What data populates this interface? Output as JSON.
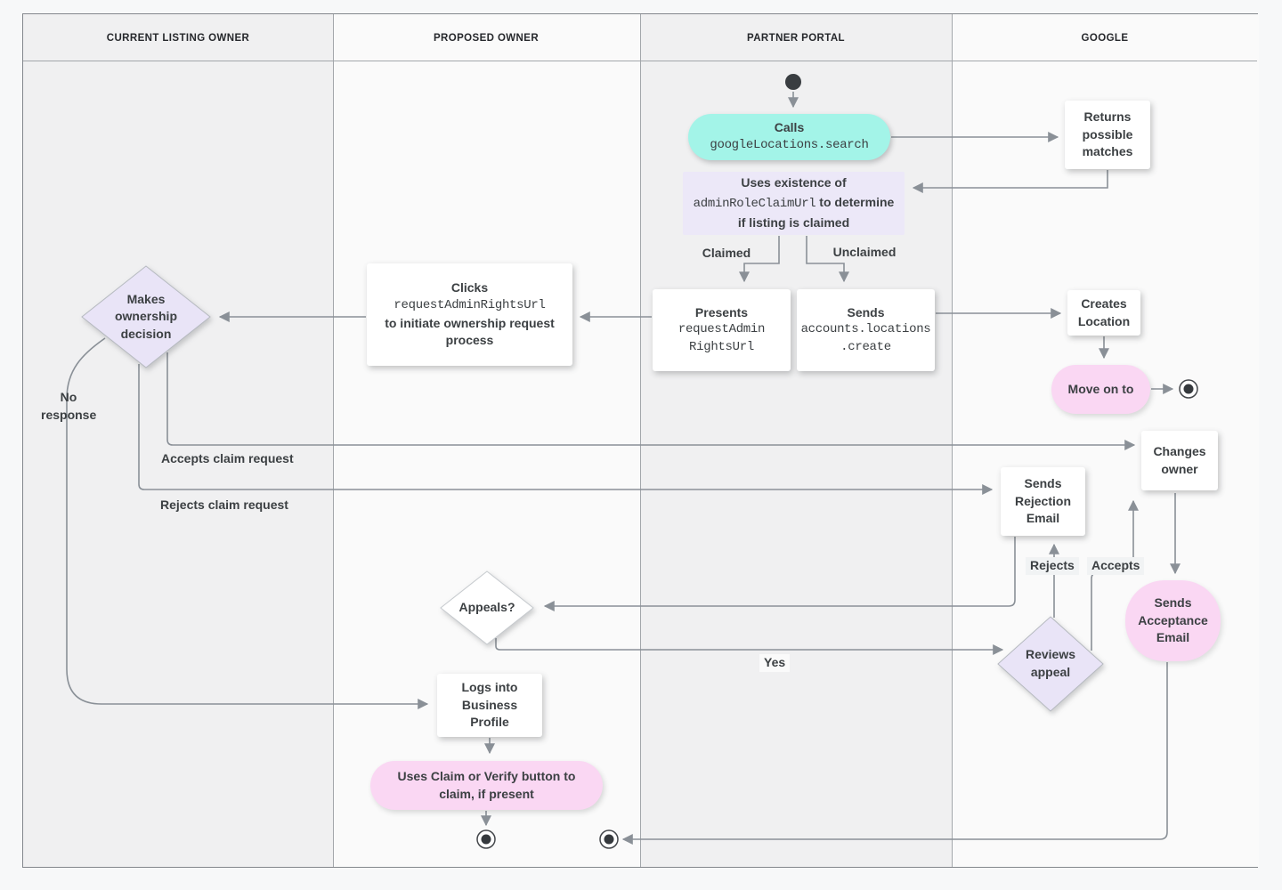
{
  "lanes": [
    {
      "label": "CURRENT LISTING OWNER"
    },
    {
      "label": "PROPOSED OWNER"
    },
    {
      "label": "PARTNER PORTAL"
    },
    {
      "label": "GOOGLE"
    }
  ],
  "nodes": {
    "calls": {
      "title": "Calls",
      "code": "googleLocations.search"
    },
    "returns_matches": {
      "text": "Returns possible matches"
    },
    "uses_existence": {
      "text_before": "Uses existence of",
      "code": "adminRoleClaimUrl",
      "text_after": "to determine if listing is claimed"
    },
    "presents": {
      "title": "Presents",
      "code_line1": "requestAdmin",
      "code_line2": "RightsUrl"
    },
    "sends_create": {
      "title": "Sends",
      "code_line1": "accounts.locations",
      "code_line2": ".create"
    },
    "clicks": {
      "title": "Clicks",
      "code": "requestAdminRightsUrl",
      "text_after": "to initiate ownership request process"
    },
    "makes_decision": {
      "text": "Makes ownership decision"
    },
    "creates_location": {
      "text": "Creates Location"
    },
    "move_on": {
      "text": "Move on to"
    },
    "changes_owner": {
      "text": "Changes owner"
    },
    "sends_rejection": {
      "text": "Sends Rejection Email"
    },
    "reviews_appeal": {
      "text": "Reviews appeal"
    },
    "sends_acceptance": {
      "text": "Sends Acceptance Email"
    },
    "appeals": {
      "text": "Appeals?"
    },
    "logs_in": {
      "text": "Logs into Business Profile"
    },
    "claim_verify": {
      "text": "Uses Claim or Verify button to claim, if present"
    }
  },
  "edge_labels": {
    "claimed": "Claimed",
    "unclaimed": "Unclaimed",
    "no_response": "No response",
    "accepts_claim": "Accepts claim request",
    "rejects_claim": "Rejects claim request",
    "rejects": "Rejects",
    "accepts": "Accepts",
    "yes": "Yes"
  },
  "colors": {
    "teal": "#a3f4e8",
    "lavender": "#ece8f8",
    "diamond_fill": "#e9e4f7",
    "pink": "#fad7f3",
    "line": "#8a9097",
    "text": "#3c4043",
    "lane_dark": "#f0f0f1",
    "lane_light": "#fafafa"
  }
}
